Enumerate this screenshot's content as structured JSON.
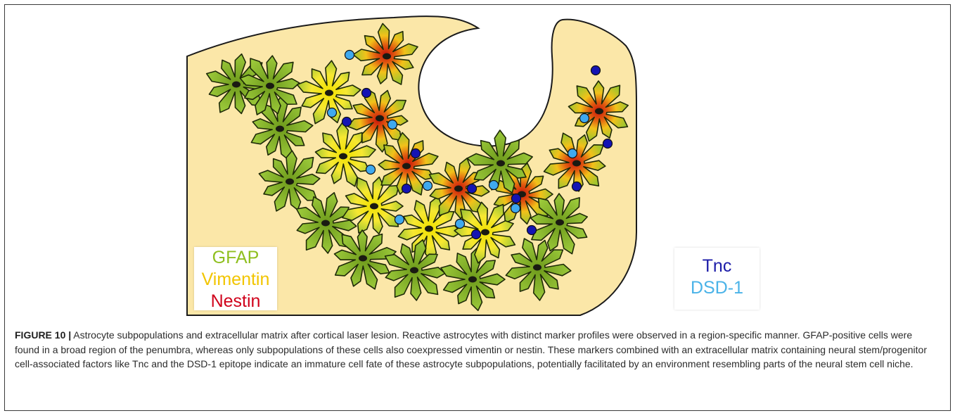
{
  "legend_left": {
    "items": [
      {
        "label": "GFAP",
        "color": "#8fbf1f"
      },
      {
        "label": "Vimentin",
        "color": "#f2c500"
      },
      {
        "label": "Nestin",
        "color": "#d0021b"
      }
    ]
  },
  "legend_right": {
    "items": [
      {
        "label": "Tnc",
        "color": "#1c1ca8"
      },
      {
        "label": "DSD-1",
        "color": "#4ab3e8"
      }
    ]
  },
  "colors": {
    "tissue": "#fbe7a6",
    "gfap_cell": "#8cbc2a",
    "vimentin_cell": "#f3e11a",
    "nestin_cell": "#d43a12",
    "tnc_dot": "#1414b4",
    "dsd1_dot": "#3fa9ef"
  },
  "caption": {
    "label": "FIGURE 10 |",
    "text": " Astrocyte subpopulations and extracellular matrix after cortical laser lesion. Reactive astrocytes with distinct marker profiles were observed in a region-specific manner. GFAP-positive cells were found in a broad region of the penumbra, whereas only subpopulations of these cells also coexpressed vimentin or nestin. These markers combined with an extracellular matrix containing neural stem/progenitor cell-associated factors like Tnc and the DSD-1 epitope indicate an immature cell fate of these astrocyte subpopulations, potentially facilitated by an environment resembling parts of the neural stem cell niche."
  }
}
